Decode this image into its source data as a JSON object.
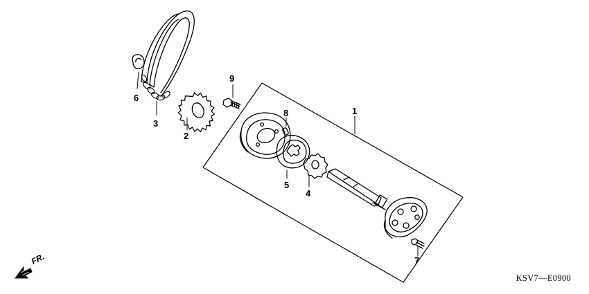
{
  "diagram": {
    "callouts": [
      {
        "id": "1",
        "label": "1"
      },
      {
        "id": "2",
        "label": "2"
      },
      {
        "id": "3",
        "label": "3"
      },
      {
        "id": "4",
        "label": "4"
      },
      {
        "id": "5",
        "label": "5"
      },
      {
        "id": "6",
        "label": "6"
      },
      {
        "id": "7",
        "label": "7"
      },
      {
        "id": "8",
        "label": "8"
      },
      {
        "id": "9",
        "label": "9"
      }
    ],
    "direction_label": "FR.",
    "diagram_code": "KSV7—E0900"
  }
}
